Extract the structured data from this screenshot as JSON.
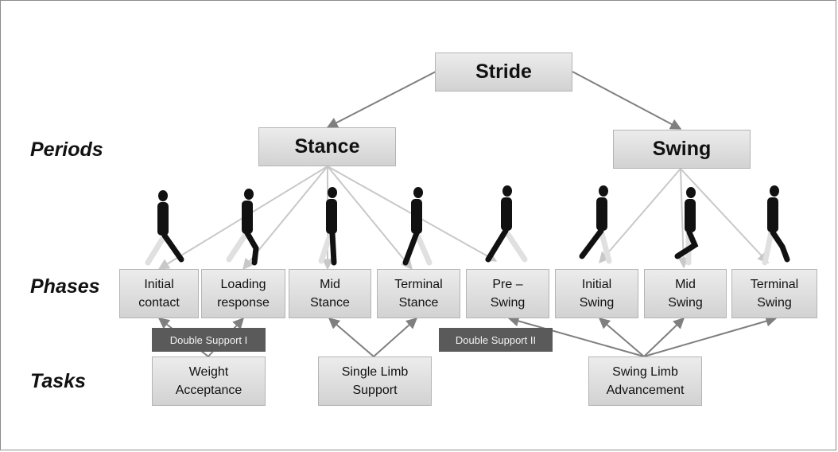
{
  "side_labels": {
    "periods": "Periods",
    "phases": "Phases",
    "tasks": "Tasks"
  },
  "stride": "Stride",
  "periods": {
    "stance": "Stance",
    "swing": "Swing"
  },
  "phases": [
    {
      "line1": "Initial",
      "line2": "contact"
    },
    {
      "line1": "Loading",
      "line2": "response"
    },
    {
      "line1": "Mid",
      "line2": "Stance"
    },
    {
      "line1": "Terminal",
      "line2": "Stance"
    },
    {
      "line1": "Pre –",
      "line2": "Swing"
    },
    {
      "line1": "Initial",
      "line2": "Swing"
    },
    {
      "line1": "Mid",
      "line2": "Swing"
    },
    {
      "line1": "Terminal",
      "line2": "Swing"
    }
  ],
  "support": {
    "double1": "Double Support I",
    "double2": "Double Support II"
  },
  "tasks": [
    {
      "line1": "Weight",
      "line2": "Acceptance"
    },
    {
      "line1": "Single Limb",
      "line2": "Support"
    },
    {
      "line1": "Swing Limb",
      "line2": "Advancement"
    }
  ],
  "figures": [
    "initial-contact",
    "loading-response",
    "mid-stance",
    "terminal-stance",
    "pre-swing",
    "initial-swing",
    "mid-swing",
    "terminal-swing"
  ]
}
